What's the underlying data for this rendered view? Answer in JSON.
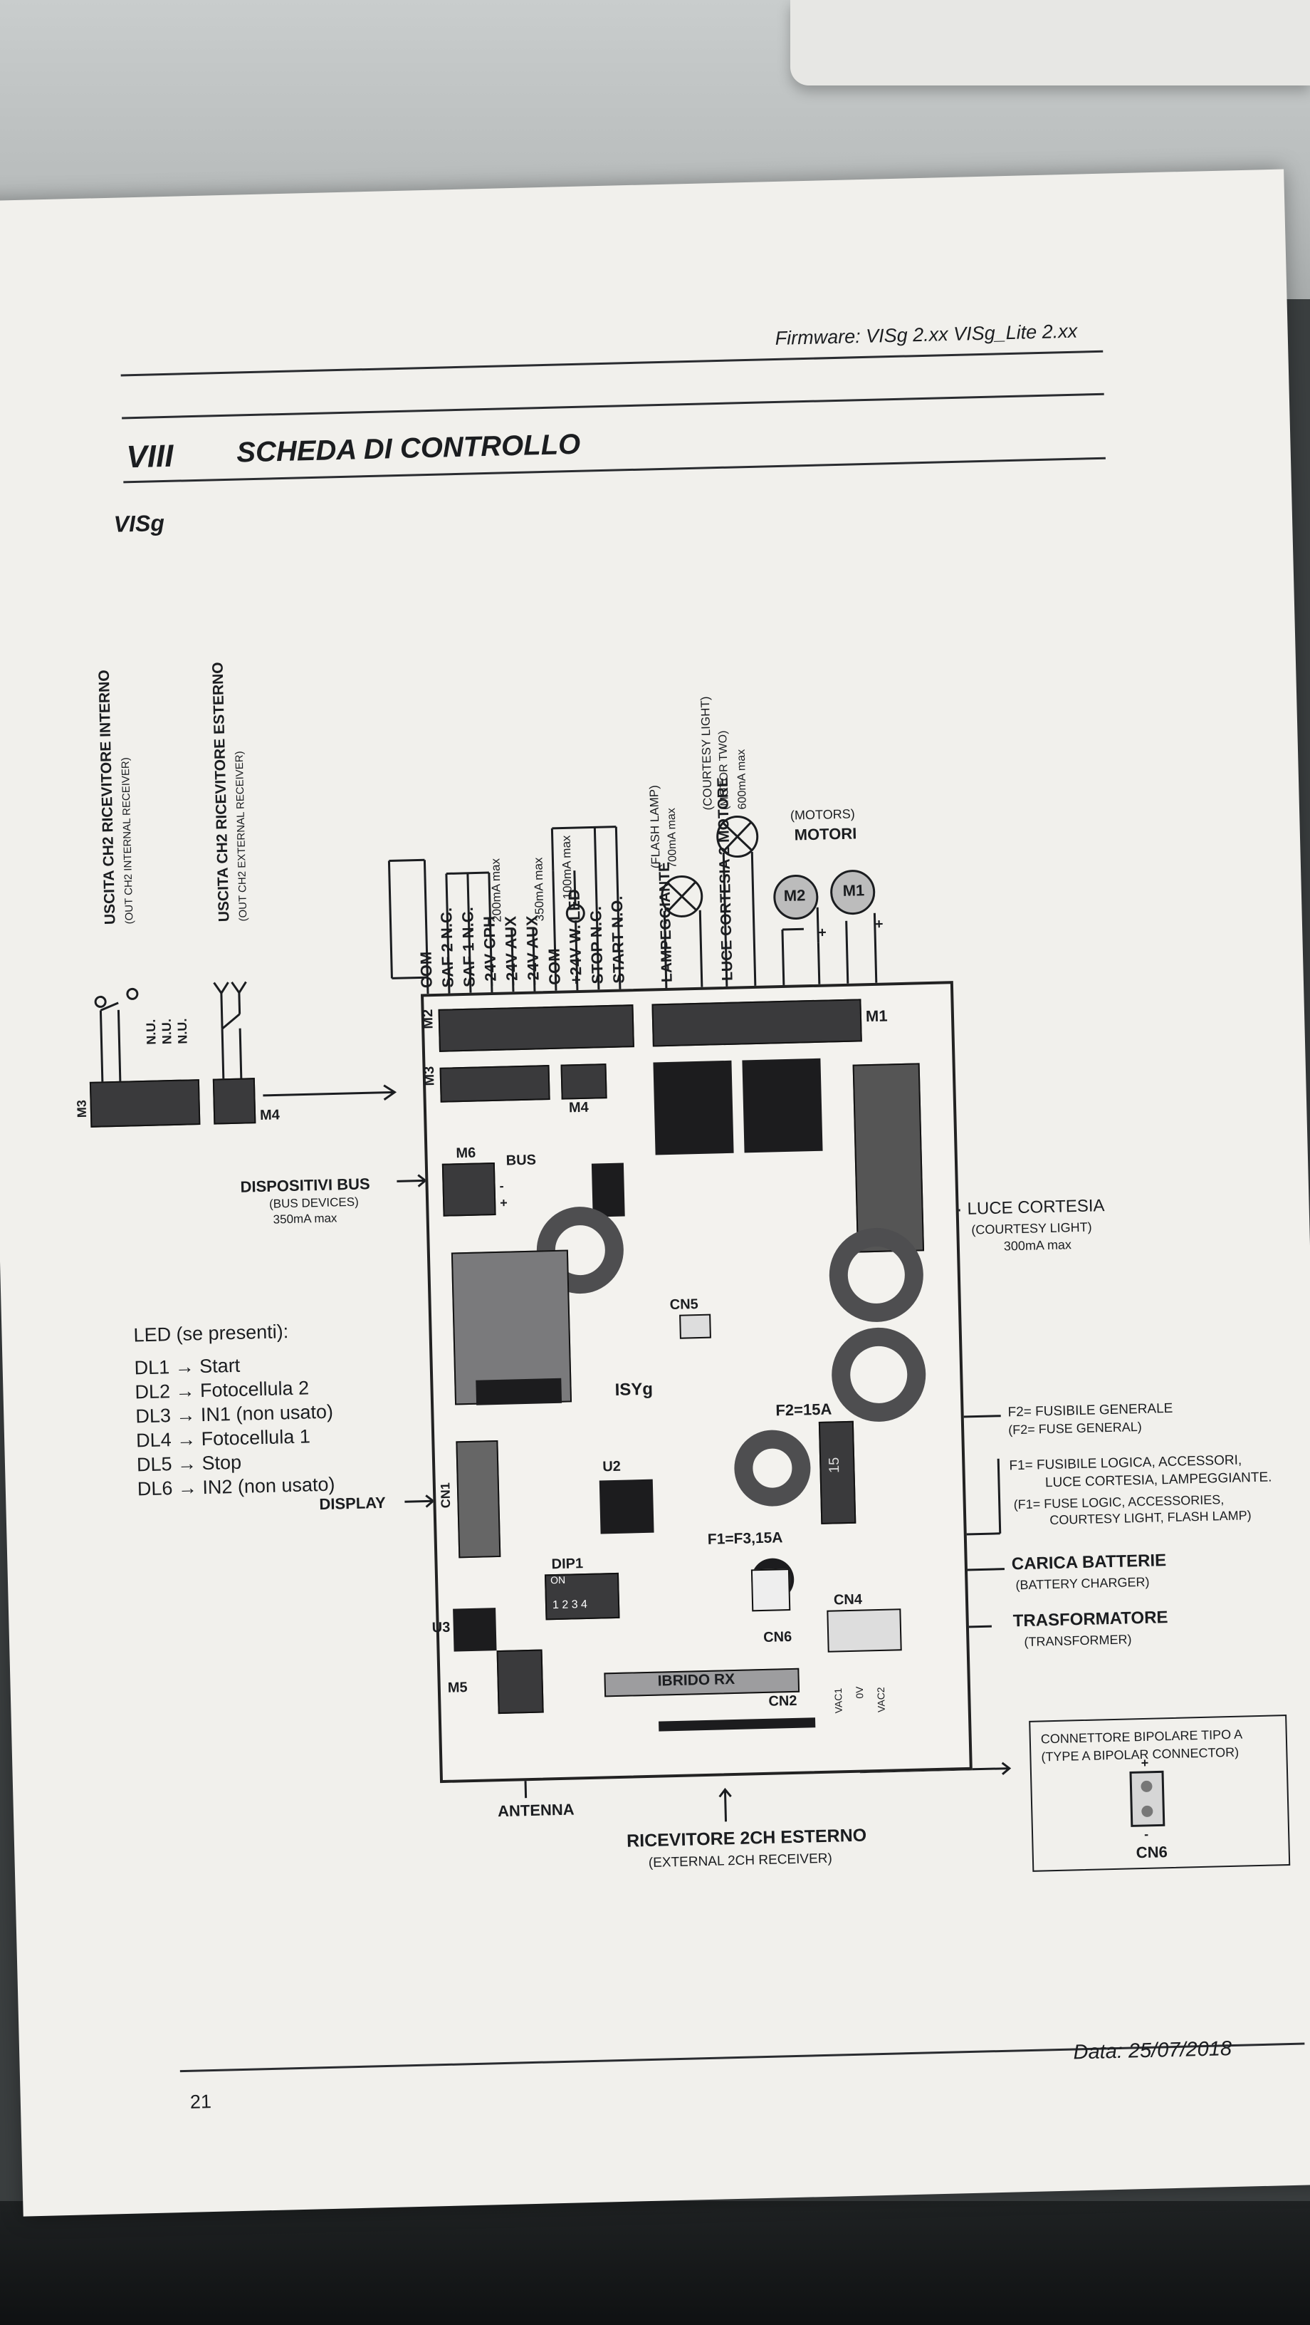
{
  "header": {
    "firmware": "Firmware: VISg 2.xx VISg_Lite 2.xx",
    "section_number": "VIII",
    "section_title": "SCHEDA DI CONTROLLO",
    "model": "VISg"
  },
  "left_labels": {
    "out_ch2_int": "USCITA CH2 RICEVITORE INTERNO",
    "out_ch2_int_en": "(OUT CH2 INTERNAL RECEIVER)",
    "out_ch2_ext": "USCITA CH2 RICEVITORE ESTERNO",
    "out_ch2_ext_en": "(OUT CH2 EXTERNAL RECEIVER)",
    "nu": "N.U.",
    "m3": "M3",
    "m4": "M4"
  },
  "terminals_m2": [
    "COM",
    "SAF 2 N.C.",
    "SAF 1 N.C.",
    "-24V CPH",
    "-24V AUX",
    "-24V AUX",
    "COM",
    "+24V W. LED",
    "STOP N.C.",
    "START N.O."
  ],
  "currents": {
    "cph": "200mA max",
    "aux": "350mA max",
    "led": "100mA max"
  },
  "lamps": {
    "flash_en": "(FLASH LAMP)",
    "flash_ma": "700mA max",
    "flash_it": "LAMPEGGIANTE",
    "courtesy_en": "(COURTESY LIGHT)",
    "motor_two_en": "(MOTOR TWO)",
    "courtesy_ma": "600mA max",
    "courtesy_it": "LUCE CORTESIA 2 MOTORE"
  },
  "motors": {
    "title_en": "(MOTORS)",
    "title_it": "MOTORI",
    "m2": "M2",
    "m1": "M1",
    "plus": "+"
  },
  "board": {
    "m1": "M1",
    "m2": "M2",
    "m3": "M3",
    "m4": "M4",
    "m5": "M5",
    "m6": "M6",
    "bus": "BUS",
    "bus_minus": "-",
    "bus_plus": "+",
    "cn5": "CN5",
    "isyg": "ISYg",
    "f2": "F2=15A",
    "f1": "F1=F3,15A",
    "fuse_mark": "15",
    "u2": "U2",
    "u3": "U3",
    "cn1": "CN1",
    "dip": "DIP1",
    "dip_on": "ON",
    "dip_nums": "1 2 3 4",
    "cn6": "CN6",
    "cn4": "CN4",
    "vac1": "VAC1",
    "ov": "0V",
    "vac2": "VAC2",
    "ibrido": "IBRIDO RX",
    "cn2": "CN2"
  },
  "callouts": {
    "bus_it": "DISPOSITIVI BUS",
    "bus_en": "(BUS DEVICES)",
    "bus_ma": "350mA max",
    "display": "DISPLAY",
    "luce_it": "LUCE CORTESIA",
    "luce_en": "(COURTESY LIGHT)",
    "luce_ma": "300mA max",
    "f2_it": "F2= FUSIBILE GENERALE",
    "f2_en": "(F2= FUSE GENERAL)",
    "f1_it": "F1= FUSIBILE LOGICA, ACCESSORI,",
    "f1_it2": "LUCE CORTESIA, LAMPEGGIANTE.",
    "f1_en": "(F1= FUSE LOGIC, ACCESSORIES,",
    "f1_en2": "COURTESY LIGHT, FLASH LAMP)",
    "charger_it": "CARICA BATTERIE",
    "charger_en": "(BATTERY CHARGER)",
    "transf_it": "TRASFORMATORE",
    "transf_en": "(TRANSFORMER)",
    "bipolar_it": "CONNETTORE BIPOLARE TIPO A",
    "bipolar_en": "(TYPE A BIPOLAR CONNECTOR)",
    "bipolar_plus": "+",
    "bipolar_minus": "-",
    "bipolar_cn": "CN6",
    "antenna": "ANTENNA",
    "rx_it": "RICEVITORE 2CH ESTERNO",
    "rx_en": "(EXTERNAL 2CH RECEIVER)"
  },
  "leds": {
    "title": "LED (se presenti):",
    "items": [
      "DL1 → Start",
      "DL2 → Fotocellula 2",
      "DL3 → IN1 (non usato)",
      "DL4 → Fotocellula 1",
      "DL5 → Stop",
      "DL6 → IN2 (non usato)"
    ]
  },
  "footer": {
    "page": "21",
    "date": "Data: 25/07/2018"
  }
}
